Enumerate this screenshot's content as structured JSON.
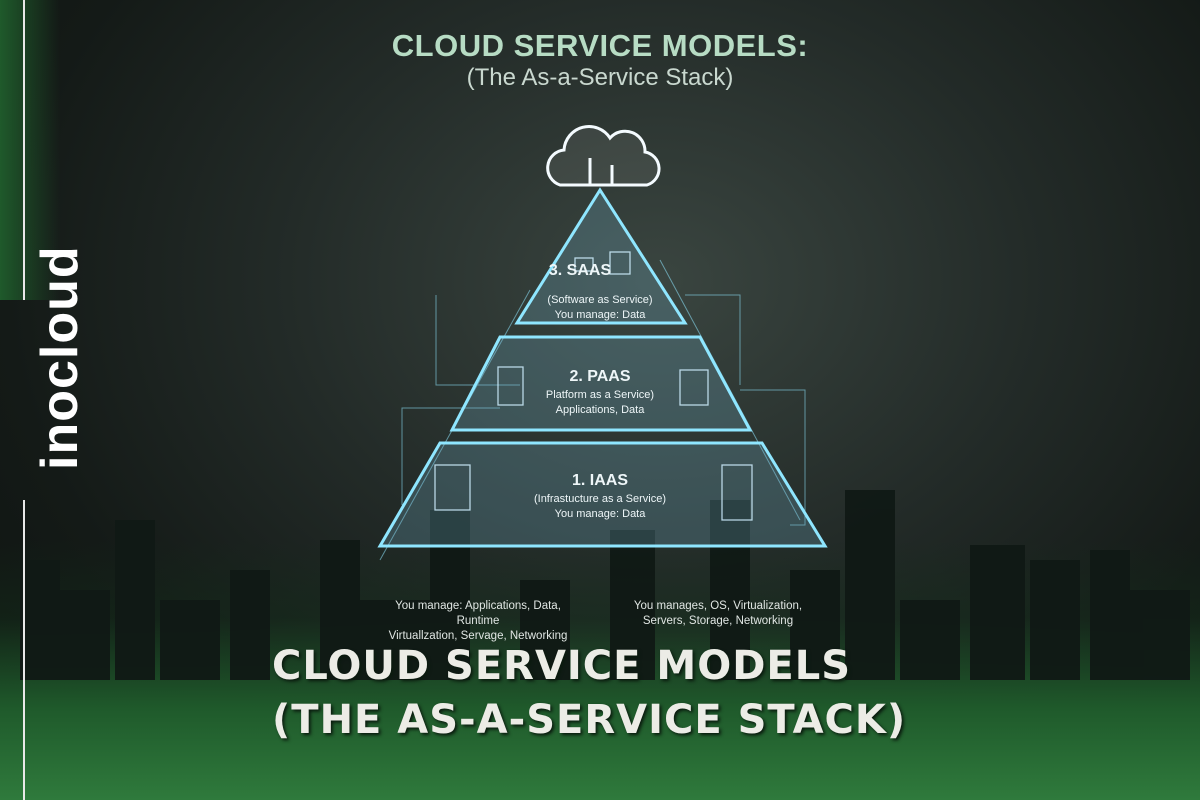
{
  "header": {
    "title": "CLOUD SERVICE MODELS:",
    "subtitle": "(The As-a-Service Stack)"
  },
  "logo": {
    "text": "inocloud"
  },
  "pyramid": {
    "saas": {
      "title": "3. SAAS",
      "line1": "(Software as Service)",
      "line2": "You manage: Data"
    },
    "paas": {
      "title": "2. PAAS",
      "line1": "Platform as a Service)",
      "line2": "Applications, Data"
    },
    "iaas": {
      "title": "1. IAAS",
      "line1": "(Infrastucture as a Service)",
      "line2": "You manage: Data"
    }
  },
  "notes": {
    "left": [
      "You manage: Applications, Data, Runtime",
      "Virtuallzation, Servage, Networking"
    ],
    "right": [
      "You manages, OS, Virtualization,",
      "Servers, Storage, Networking"
    ]
  },
  "footer": {
    "line1": "CLOUD SERVICE MODELS",
    "line2": "(THE AS-A-SERVICE STACK)"
  },
  "colors": {
    "accent": "#4cc07a",
    "glow": "#8fe6ff"
  }
}
